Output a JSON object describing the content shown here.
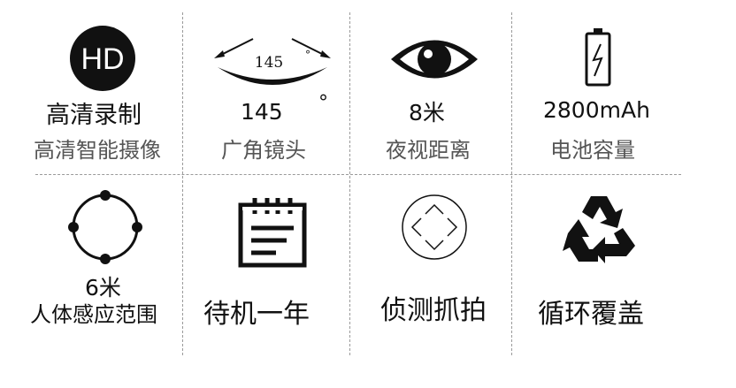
{
  "features": {
    "hd": {
      "badge": "HD",
      "title": "高清录制",
      "sub": "高清智能摄像"
    },
    "angle": {
      "arc_label": "145",
      "arc_degree": "°",
      "title": "145",
      "degree": "°",
      "sub": "广角镜头"
    },
    "night": {
      "title": "8米",
      "sub": "夜视距离"
    },
    "battery": {
      "title": "2800mAh",
      "sub": "电池容量"
    },
    "sensor": {
      "title": "6米",
      "sub": "人体感应范围"
    },
    "standby": {
      "title": "待机一年"
    },
    "capture": {
      "title": "侦测抓拍"
    },
    "loop": {
      "title": "循环覆盖"
    }
  },
  "icons": {
    "hd": "hd-badge-icon",
    "angle": "wide-angle-icon",
    "night": "eye-icon",
    "battery": "battery-icon",
    "sensor": "sensor-range-icon",
    "standby": "calendar-icon",
    "capture": "detect-arrows-icon",
    "loop": "recycle-icon"
  }
}
